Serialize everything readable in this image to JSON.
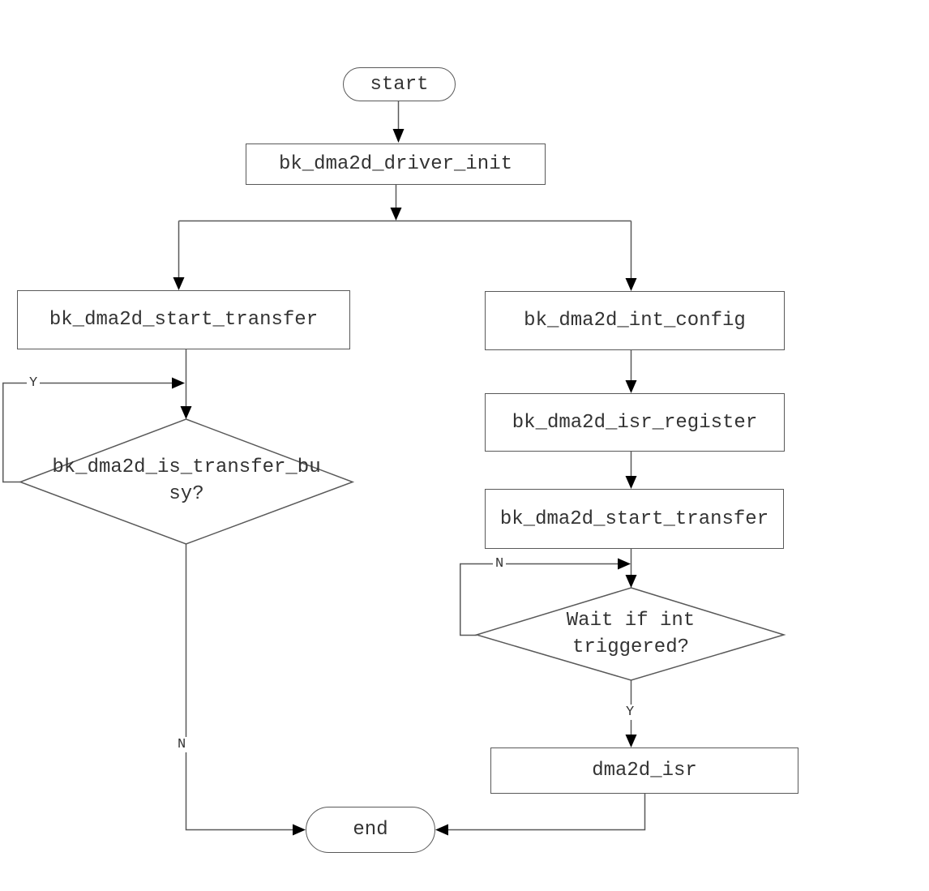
{
  "flowchart": {
    "nodes": {
      "start": "start",
      "driver_init": "bk_dma2d_driver_init",
      "start_transfer_left": "bk_dma2d_start_transfer",
      "is_transfer_busy_line1": "bk_dma2d_is_transfer_bu",
      "is_transfer_busy_line2": "sy?",
      "int_config": "bk_dma2d_int_config",
      "isr_register": "bk_dma2d_isr_register",
      "start_transfer_right": "bk_dma2d_start_transfer",
      "wait_int_line1": "Wait if int",
      "wait_int_line2": "triggered?",
      "dma2d_isr": "dma2d_isr",
      "end": "end"
    },
    "edge_labels": {
      "busy_yes": "Y",
      "busy_no": "N",
      "wait_no": "N",
      "wait_yes": "Y"
    },
    "colors": {
      "line": "#595959",
      "arrow": "#000000",
      "text": "#333333",
      "node_fill": "#ffffff",
      "background": "#ffffff"
    }
  }
}
